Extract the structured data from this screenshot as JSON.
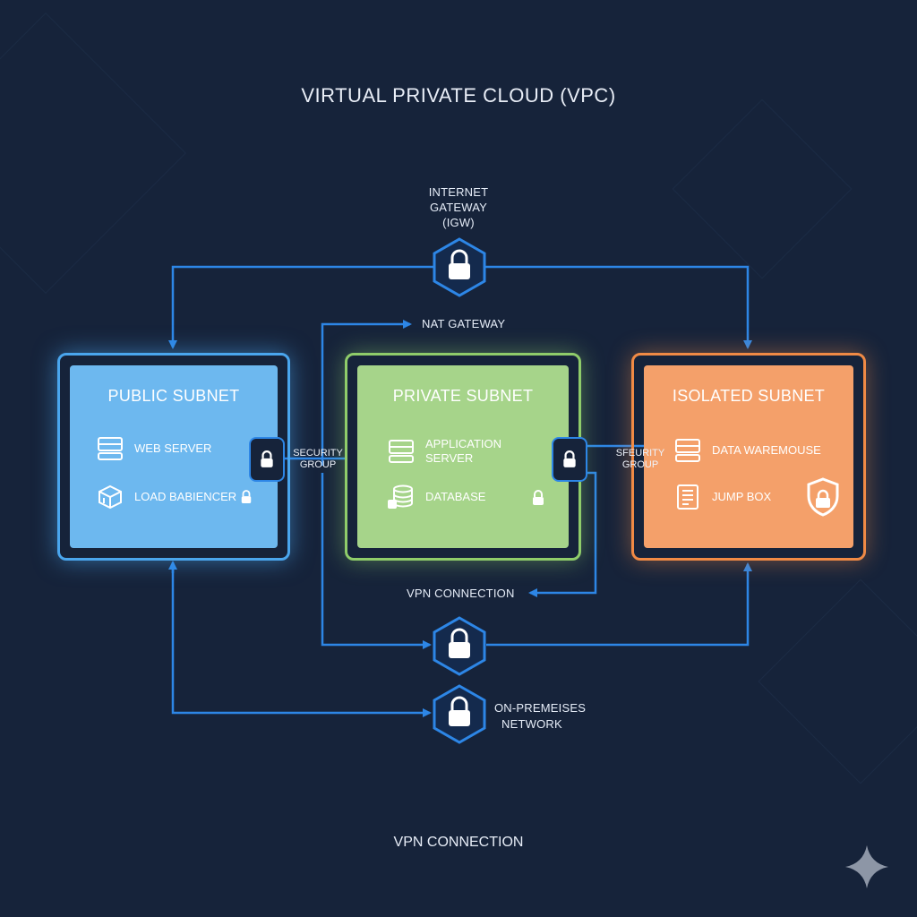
{
  "title": "VIRTUAL PRIVATE CLOUD (VPC)",
  "internet_gateway": {
    "lines": [
      "INTERNET",
      "GATEWAY",
      "(IGW)"
    ],
    "icon": "lock-icon"
  },
  "nat_gateway": {
    "label": "NAT GATEWAY"
  },
  "subnets": [
    {
      "name": "PUBLIC SUBNET",
      "frame_color": "#4aa6ee",
      "fill_color": "#6db8ef",
      "items": [
        {
          "label": "WEB SERVER",
          "icon": "server-icon"
        },
        {
          "label": "LOAD BABIENCER",
          "icon": "load-balancer-icon"
        }
      ]
    },
    {
      "name": "PRIVATE SUBNET",
      "frame_color": "#8fcc6a",
      "fill_color": "#a6d48a",
      "items": [
        {
          "label": "APPLICATION\nSERVER",
          "icon": "server-icon"
        },
        {
          "label": "DATABASE",
          "icon": "database-icon"
        }
      ]
    },
    {
      "name": "ISOLATED SUBNET",
      "frame_color": "#f08a45",
      "fill_color": "#f4a06a",
      "items": [
        {
          "label": "DATA WAREMOUSE",
          "icon": "server-icon"
        },
        {
          "label": "JUMP BOX",
          "icon": "document-icon"
        }
      ]
    }
  ],
  "security_groups": [
    {
      "lines": [
        "SECURITY",
        "GROUP"
      ],
      "icon": "lock-icon"
    },
    {
      "lines": [
        "SFEURITY",
        "GROUP"
      ],
      "icon": "lock-icon"
    }
  ],
  "vpn_connection": {
    "label": "VPN CONNECTION",
    "icon": "lock-icon"
  },
  "on_premises": {
    "lines": [
      "ON-PREMEISES",
      "NETWORK"
    ],
    "icon": "lock-icon"
  },
  "footer": "VPN CONNECTION",
  "colors": {
    "background": "#16233a",
    "connector": "#2d86e6",
    "hex_fill": "#142a4d"
  }
}
